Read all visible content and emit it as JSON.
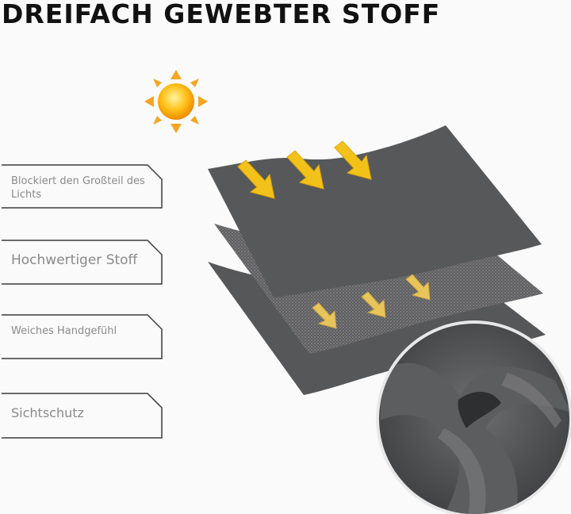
{
  "heading": "DREIFACH GEWEBTER STOFF",
  "features": [
    {
      "label": "Blockiert den Großteil des Lichts"
    },
    {
      "label": "Hochwertiger Stoff"
    },
    {
      "label": "Weiches Handgefühl"
    },
    {
      "label": "Sichtschutz"
    }
  ],
  "icons": {
    "sun": "sun-icon",
    "arrow": "light-arrow-icon"
  },
  "colors": {
    "background": "#fafafa",
    "fabric": "#58595b",
    "fabric_mid": "#6a6a6c",
    "sun": "#f5a623",
    "arrow": "#f2c21b",
    "label_text": "#8a8a8a"
  }
}
